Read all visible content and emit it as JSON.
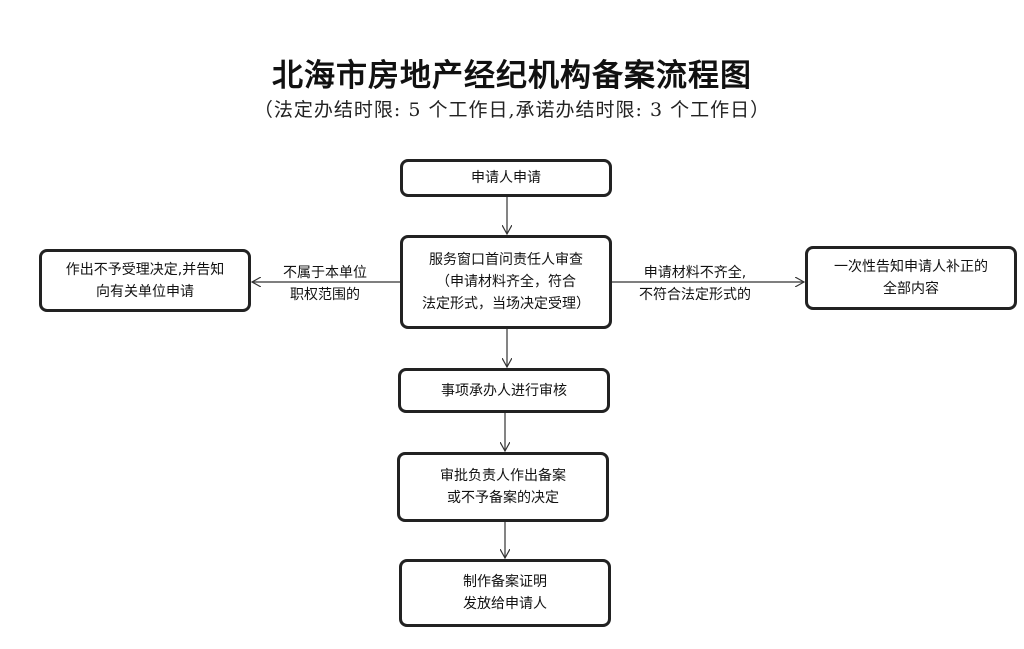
{
  "title": "北海市房地产经纪机构备案流程图",
  "subtitle": "（法定办结时限: 5 个工作日,承诺办结时限: 3 个工作日）",
  "nodes": {
    "apply": {
      "lines": [
        "申请人申请"
      ]
    },
    "review": {
      "lines": [
        "服务窗口首问责任人审查",
        "（申请材料齐全，符合",
        "法定形式，当场决定受理）"
      ]
    },
    "reject": {
      "lines": [
        "作出不予受理决定,并告知",
        "向有关单位申请"
      ]
    },
    "notify": {
      "lines": [
        "一次性告知申请人补正的",
        "全部内容"
      ]
    },
    "process": {
      "lines": [
        "事项承办人进行审核"
      ]
    },
    "approve": {
      "lines": [
        "审批负责人作出备案",
        "或不予备案的决定"
      ]
    },
    "certificate": {
      "lines": [
        "制作备案证明",
        "发放给申请人"
      ]
    }
  },
  "edge_labels": {
    "left": {
      "lines": [
        "不属于本单位",
        "职权范围的"
      ]
    },
    "right": {
      "lines": [
        "申请材料不齐全,",
        "不符合法定形式的"
      ]
    }
  }
}
